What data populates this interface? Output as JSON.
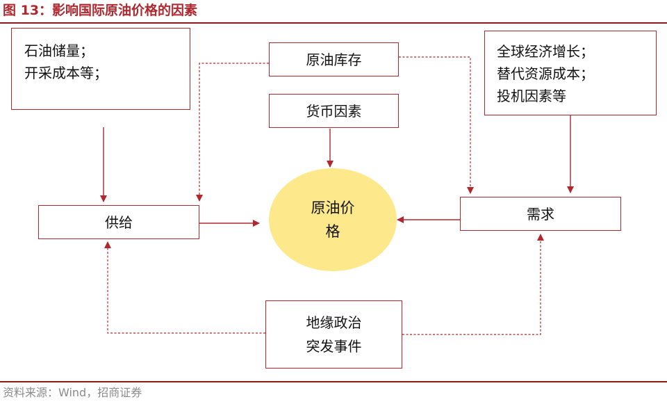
{
  "figure": {
    "title": "图 13：影响国际原油价格的因素",
    "source": "资料来源：Wind，招商证券"
  },
  "nodes": {
    "supply_factors": [
      "石油储量；",
      "开采成本等；"
    ],
    "crude_inventory": "原油库存",
    "currency_factors": "货币因素",
    "demand_factors": [
      "全球经济增长；",
      "替代资源成本；",
      "投机因素等"
    ],
    "supply": "供给",
    "oil_price": [
      "原油价",
      "格"
    ],
    "demand": "需求",
    "geopolitics": [
      "地缘政治",
      "突发事件"
    ]
  },
  "colors": {
    "accent": "#b0282e",
    "ellipse_fill": "#fde88c",
    "rule": "#8b1a1a",
    "source_text": "#8a8a8a"
  }
}
